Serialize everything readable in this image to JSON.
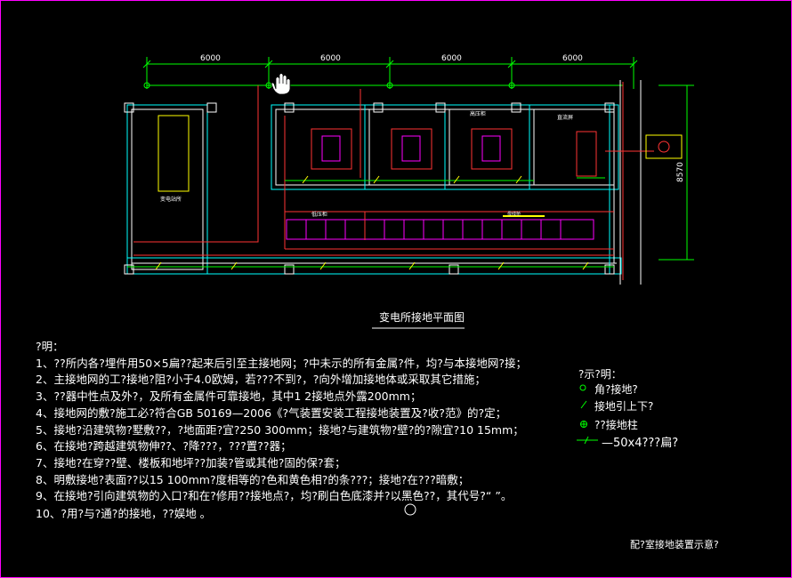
{
  "dims": [
    "6000",
    "6000",
    "6000",
    "6000"
  ],
  "dim_side": "8570",
  "labels": {
    "transformer_room": "变电站所",
    "cabinet_row": "低压柜",
    "hv_cabinet": "高压柜",
    "dc_screen": "直流屏",
    "busbar": "母线桥"
  },
  "title": "变电所接地平面图",
  "notes_title": "?明：",
  "notes": [
    "1、??所内各?埋件用50×5扁??起来后引至主接地网；?中未示的所有金属?件，均?与本接地网?接；",
    "2、主接地网的工?接地?阻?小于4.0欧姆，若???不到?，?向外增加接地体或采取其它措施；",
    "3、??器中性点及外?，及所有金属件可靠接地，其中1 2接地点外露200mm；",
    "4、接地网的敷?施工必?符合GB  50169—2006《?气装置安装工程接地装置及?收?范》的?定；",
    "5、接地?沿建筑物?墅敷??，?地面距?宜?250  300mm；接地?与建筑物?壁?的?隙宜?10 15mm；",
    "6、在接地?跨越建筑物伸??、?降???，???置??器；",
    "7、接地?在穿??壁、楼板和地坪??加装?管或其他?固的保?套；",
    "8、明敷接地?表面??以15 100mm?度相等的?色和黄色相?的条???；接地?在???暗敷；",
    "9、在接地?引向建筑物的入口?和在?修用??接地点?，均?刷白色底漆并?以黑色??，其代号?“       ”。",
    "10、?用?与?通?的接地，??娱地 。"
  ],
  "legend_title": "?示?明：",
  "legend": [
    {
      "icon": "circle-icon",
      "label": "角?接地?"
    },
    {
      "icon": "slash-icon",
      "label": "接地引上下?"
    },
    {
      "icon": "grounding-post-icon",
      "label": "??接地柱"
    },
    {
      "icon": "flat-steel-icon",
      "label": "—50x4???扁?"
    }
  ],
  "footer": "配?室接地装置示意?",
  "colors": {
    "frame": "#ff00ff",
    "wall": "#ffffff",
    "wall2": "#00ffff",
    "ground": "#ff3333",
    "green": "#00ff00",
    "yellow": "#ffff00",
    "magenta": "#ff00ff"
  }
}
